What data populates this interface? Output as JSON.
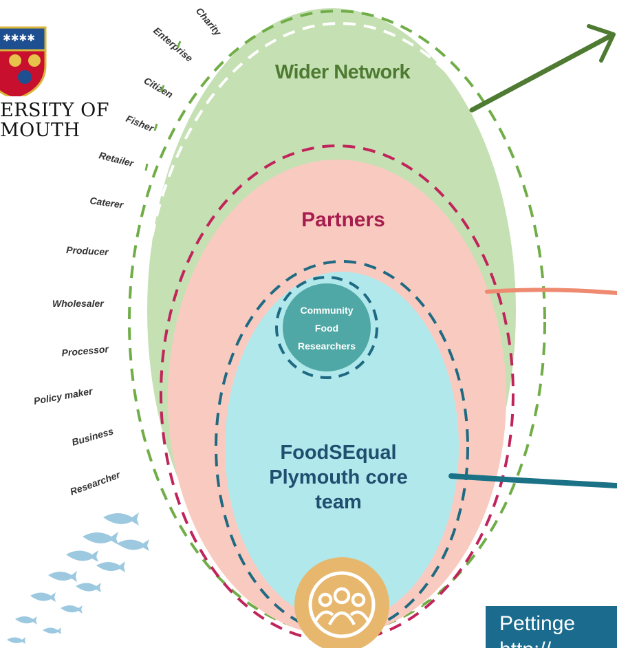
{
  "logo": {
    "text": "ERSITY OF\nMOUTH"
  },
  "circles": {
    "outer": {
      "label": "Wider Network",
      "color": "#c5e0b3",
      "dash_color": "#70ad47"
    },
    "middle": {
      "label": "Partners",
      "color": "#f9cbc0",
      "dash_color": "#c0245a"
    },
    "inner": {
      "label_lines": [
        "FoodSEqual",
        "Plymouth core",
        "team"
      ],
      "color": "#b1e8ec",
      "dash_color": "#1f6a82"
    },
    "community": {
      "label_lines": [
        "Community",
        "Food",
        "Researchers"
      ],
      "color": "#4fa8a5"
    }
  },
  "stakeholders": [
    "Charity",
    "Enterprise",
    "Citizen",
    "Fisher",
    "Retailer",
    "Caterer",
    "Producer",
    "Wholesaler",
    "Processor",
    "Policy maker",
    "Business",
    "Researcher"
  ],
  "colors": {
    "arrow_green": "#4e7a32",
    "arrow_salmon": "#ee8a70",
    "arrow_teal": "#1b7186",
    "people_icon_bg": "#e7b76e",
    "fish": "#9cc9e0",
    "citation_bg": "#1a6b8e"
  },
  "icons": [
    "people-group-icon",
    "fish-school-icon",
    "university-crest-icon"
  ],
  "citation": {
    "line1": "Pettinge",
    "line2": "http://"
  }
}
